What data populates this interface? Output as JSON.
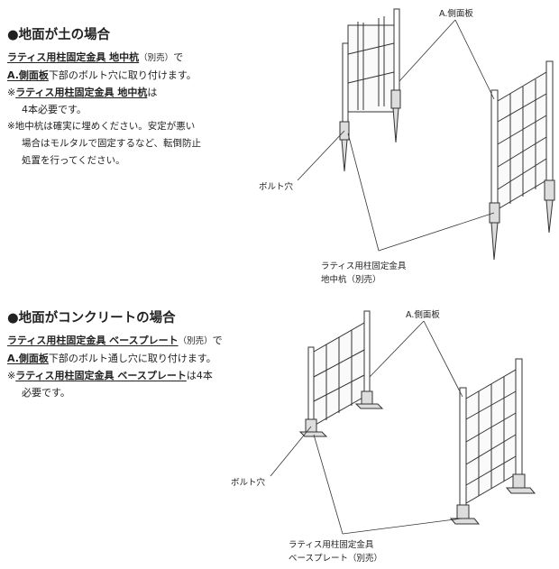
{
  "section_ground": {
    "title": "●地面が土の場合",
    "line1": {
      "product": "ラティス用柱固定金具 地中杭",
      "paren": "（別売）",
      "suffix": "で"
    },
    "line2": {
      "target": "A.側面板",
      "text": "下部のボルト穴に取り付けます。"
    },
    "line3": {
      "mark": "※",
      "product": "ラティス用柱固定金具 地中杭",
      "suffix": "は"
    },
    "line4": "4本必要です。",
    "note1": "※地中杭は確実に埋めください。安定が悪い",
    "note2": "場合はモルタルで固定するなど、転倒防止",
    "note3": "処置を行ってください。",
    "labels": {
      "side_panel": "A.側面板",
      "bolt_hole": "ボルト穴",
      "part_line1": "ラティス用柱固定金具",
      "part_line2": "地中杭（別売）"
    }
  },
  "section_concrete": {
    "title": "●地面がコンクリートの場合",
    "line1": {
      "product": "ラティス用柱固定金具 ベースプレート",
      "paren": "（別売）",
      "suffix": "で"
    },
    "line2": {
      "target": "A.側面板",
      "text": "下部のボルト通し穴に取り付けます。"
    },
    "line3": {
      "mark": "※",
      "product": "ラティス用柱固定金具 ベースプレート",
      "suffix": "は4本"
    },
    "line4": "必要です。",
    "labels": {
      "side_panel": "A.側面板",
      "bolt_hole": "ボルト穴",
      "part_line1": "ラティス用柱固定金具",
      "part_line2": "ベースプレート（別売）"
    }
  }
}
